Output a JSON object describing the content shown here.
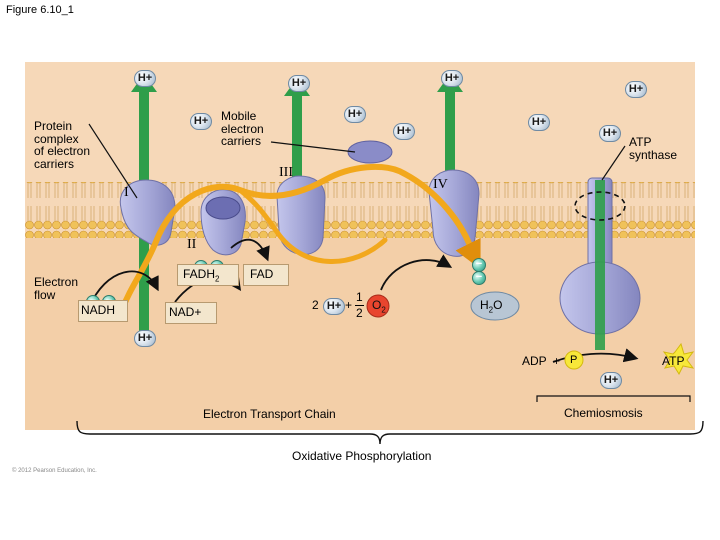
{
  "figure_title": "Figure 6.10_1",
  "h_ion": "H+",
  "electron_symbol": "−",
  "labels": {
    "protein_complex": [
      "Protein",
      "complex",
      "of electron",
      "carriers"
    ],
    "mobile_carriers": [
      "Mobile",
      "electron",
      "carriers"
    ],
    "atp_synthase": [
      "ATP",
      "synthase"
    ],
    "electron_flow": [
      "Electron",
      "flow"
    ],
    "complex_i": "I",
    "complex_ii": "II",
    "complex_iii": "III",
    "complex_iv": "IV",
    "nadh": "NADH",
    "nad_plus": "NAD+",
    "fadh2_main": "FADH",
    "fadh2_sub": "2",
    "fad": "FAD",
    "two": "2",
    "plus": "+",
    "half_num": "1",
    "half_den": "2",
    "o2_main": "O",
    "o2_sub": "2",
    "h2o_h": "H",
    "h2o_sub": "2",
    "h2o_o": "O",
    "adp": "ADP",
    "p": "P",
    "atp": "ATP",
    "electron_transport_chain": "Electron Transport Chain",
    "chemiosmosis": "Chemiosmosis",
    "oxidative_phosphorylation": "Oxidative Phosphorylation",
    "copyright": "© 2012 Pearson Education, Inc."
  },
  "colors": {
    "background": "#f6d8b8",
    "membrane_head": "#f0c25a",
    "proton_arrow": "#2f9e4a",
    "electron_path": "#f2a81c",
    "protein": "#a8aad8",
    "oxygen": "#e8452e",
    "atp_star": "#f7e83a"
  }
}
